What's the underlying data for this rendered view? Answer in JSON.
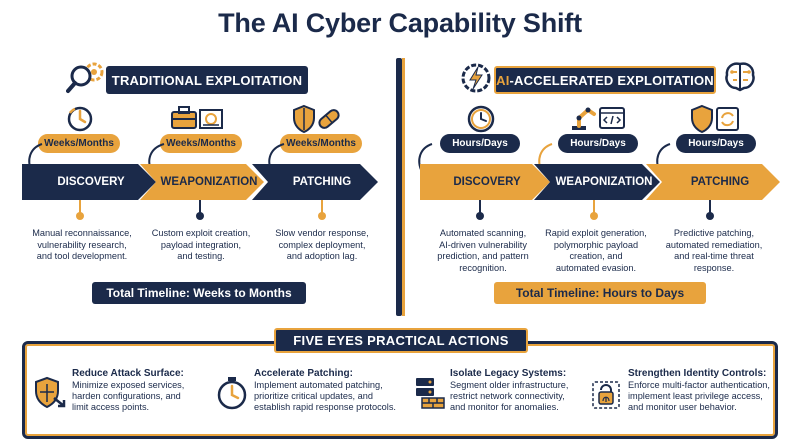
{
  "title": "The AI Cyber Capability Shift",
  "colors": {
    "navy": "#1b2a4a",
    "gold": "#e8a33d"
  },
  "left": {
    "heading": "TRADITIONAL EXPLOITATION",
    "stages": [
      {
        "time": "Weeks/Months",
        "label": "DISCOVERY",
        "desc": [
          "Manual reconnaissance,",
          "vulnerability research,",
          "and tool development."
        ],
        "icon": "stopwatch-icon"
      },
      {
        "time": "Weeks/Months",
        "label": "WEAPONIZATION",
        "desc": [
          "Custom exploit creation,",
          "payload integration,",
          "and testing."
        ],
        "icon": "toolbox-blueprint-icon"
      },
      {
        "time": "Weeks/Months",
        "label": "PATCHING",
        "desc": [
          "Slow vendor response,",
          "complex deployment,",
          "and adoption lag."
        ],
        "icon": "shield-bandage-icon"
      }
    ],
    "timeline": "Total Timeline: Weeks to Months"
  },
  "right": {
    "heading_prefix": "AI",
    "heading_rest": "-ACCELERATED EXPLOITATION",
    "stages": [
      {
        "time": "Hours/Days",
        "label": "DISCOVERY",
        "desc": [
          "Automated scanning,",
          "AI-driven vulnerability",
          "prediction, and pattern",
          "recognition."
        ],
        "icon": "clock-icon"
      },
      {
        "time": "Hours/Days",
        "label": "WEAPONIZATION",
        "desc": [
          "Rapid exploit generation,",
          "polymorphic payload",
          "creation, and",
          "automated evasion."
        ],
        "icon": "robot-arm-code-icon"
      },
      {
        "time": "Hours/Days",
        "label": "PATCHING",
        "desc": [
          "Predictive patching,",
          "automated remediation,",
          "and real-time threat",
          "response."
        ],
        "icon": "shield-refresh-icon"
      }
    ],
    "timeline": "Total Timeline: Hours to Days"
  },
  "actions": {
    "heading": "FIVE EYES PRACTICAL ACTIONS",
    "items": [
      {
        "title": "Reduce Attack Surface:",
        "body": [
          "Minimize exposed services,",
          "harden configurations, and",
          "limit access points."
        ],
        "icon": "shield-target-icon"
      },
      {
        "title": "Accelerate Patching:",
        "body": [
          "Implement automated patching,",
          "prioritize critical updates, and",
          "establish rapid response protocols."
        ],
        "icon": "stopwatch-icon"
      },
      {
        "title": "Isolate Legacy Systems:",
        "body": [
          "Segment older infrastructure,",
          "restrict network connectivity,",
          "and monitor for anomalies."
        ],
        "icon": "server-firewall-icon"
      },
      {
        "title": "Strengthen Identity Controls:",
        "body": [
          "Enforce multi-factor authentication,",
          "implement least privilege access,",
          "and monitor user behavior."
        ],
        "icon": "fingerprint-lock-icon"
      }
    ]
  }
}
